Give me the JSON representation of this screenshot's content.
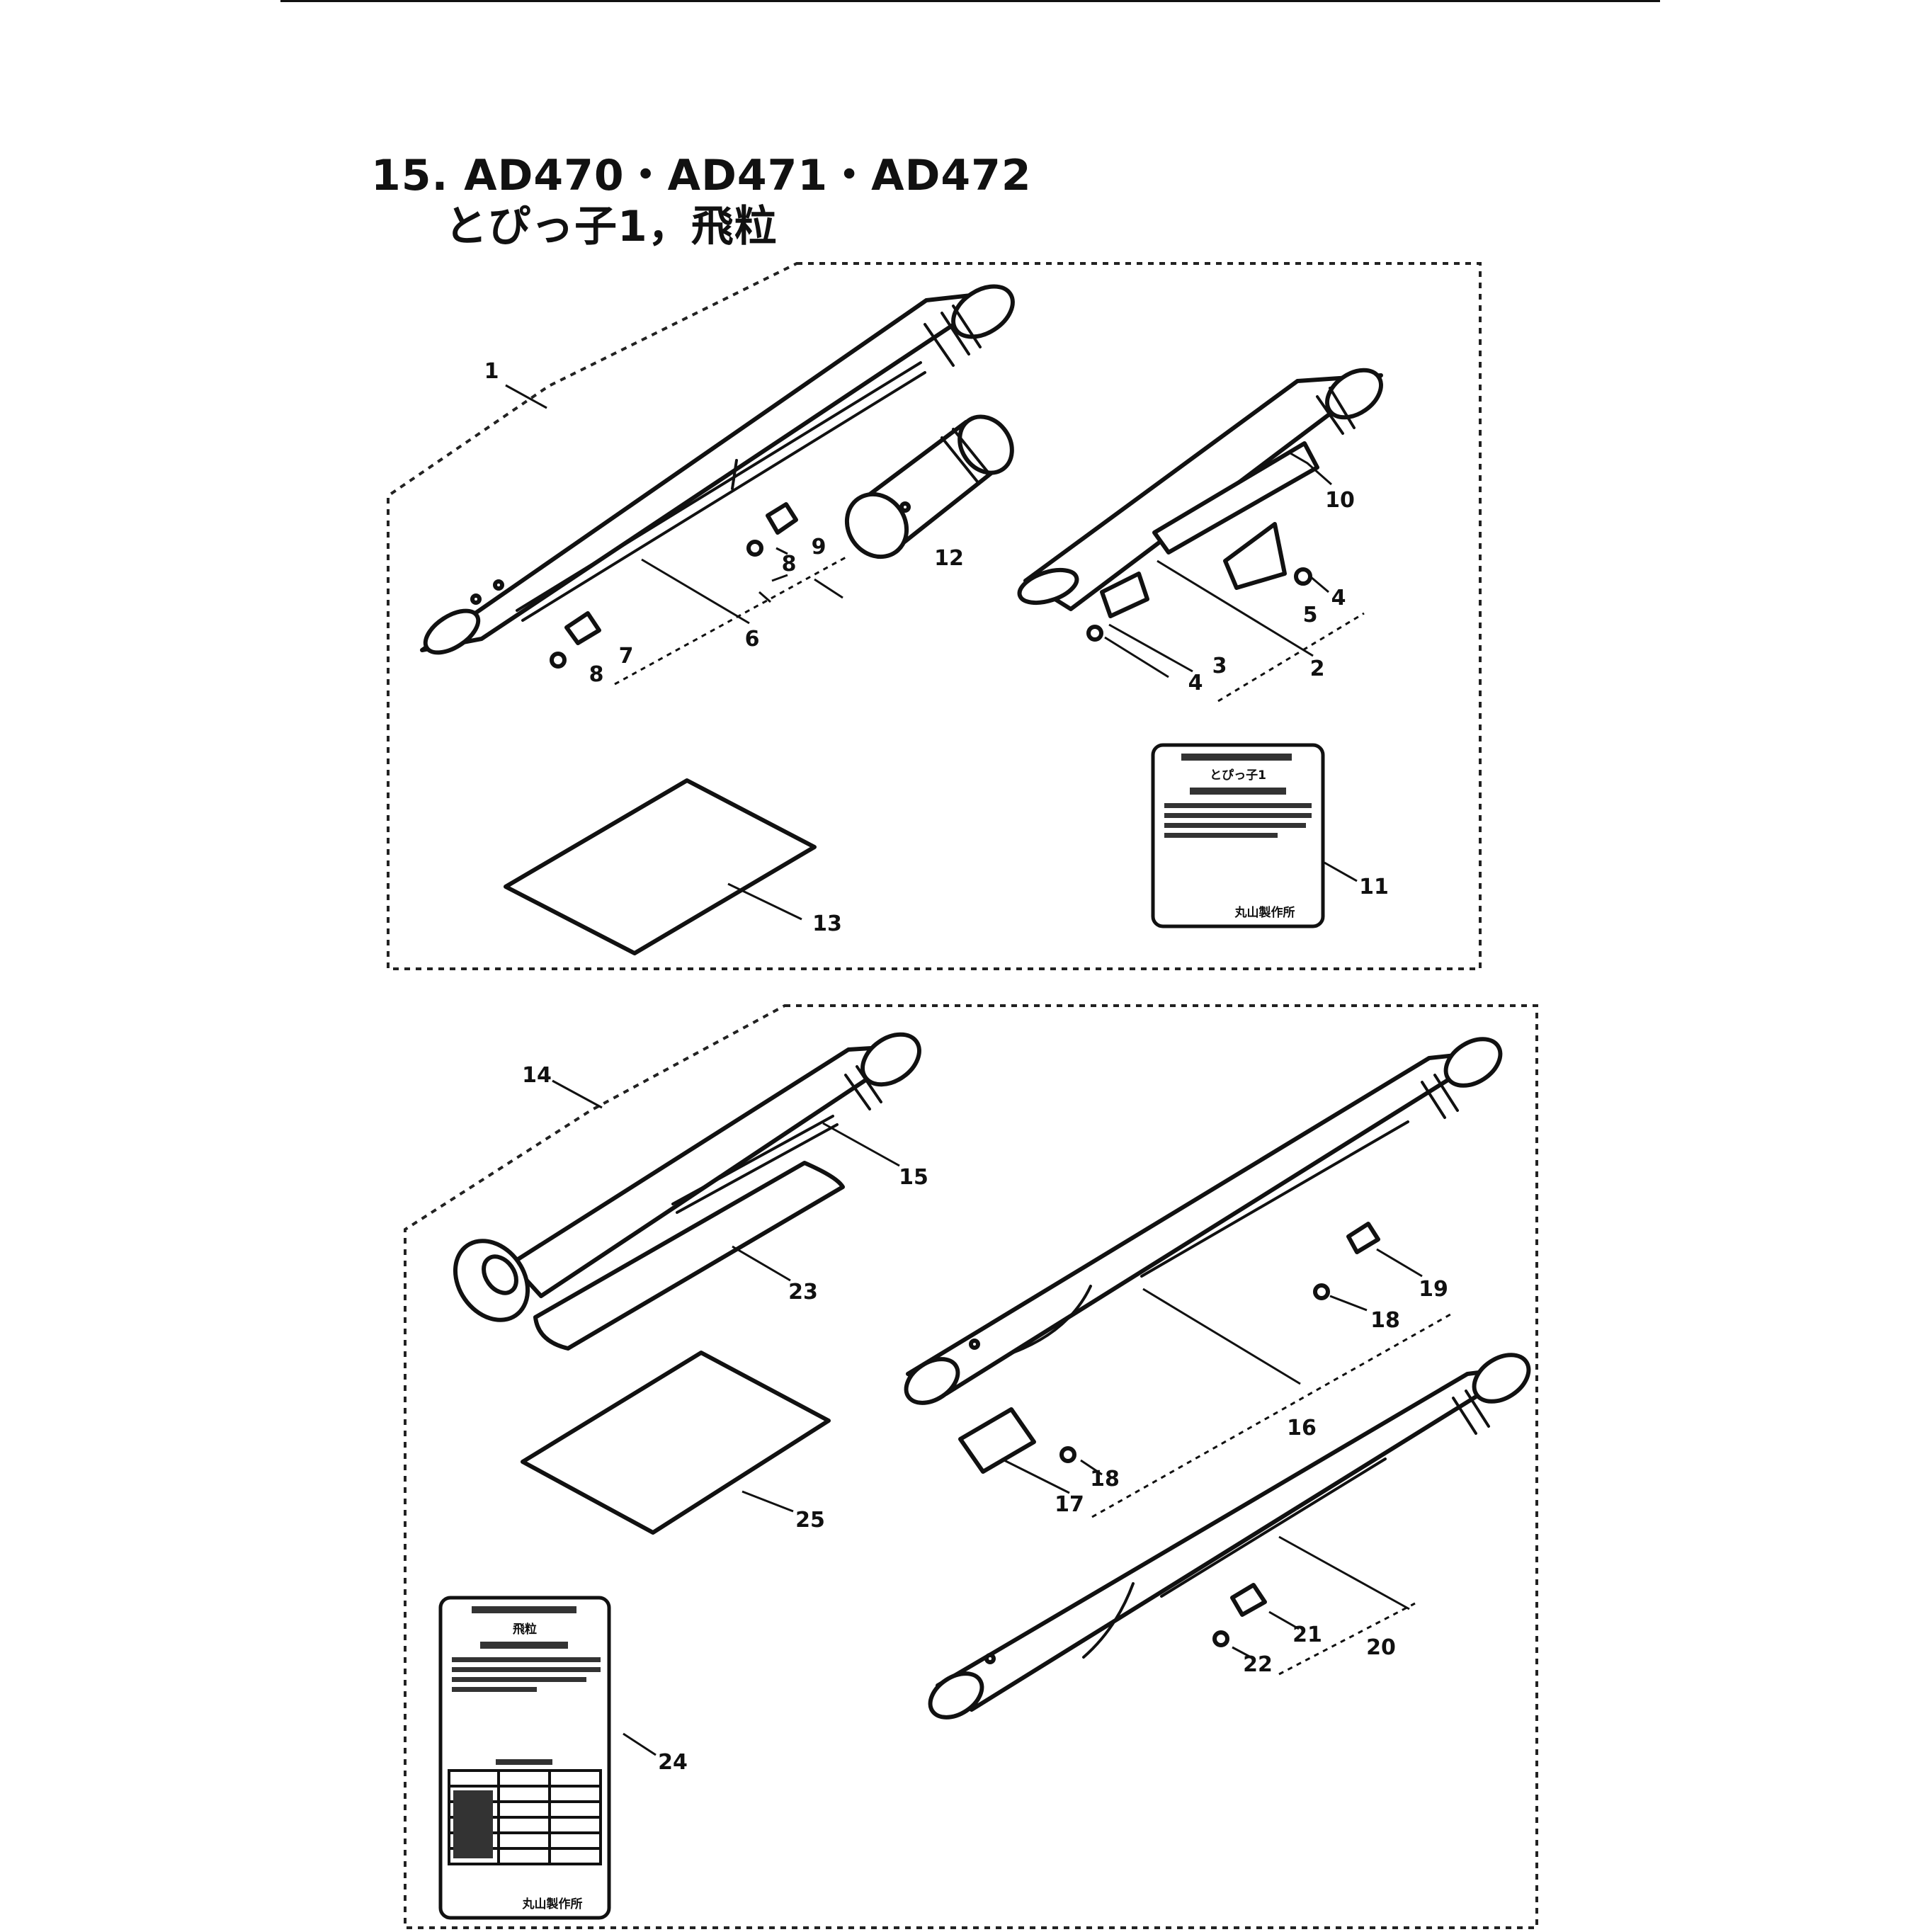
{
  "title": {
    "line1": "15. AD470・AD471・AD472",
    "line2": "とぴっ子1，飛粒"
  },
  "callouts": [
    "1",
    "2",
    "3",
    "4",
    "5",
    "6",
    "7",
    "8",
    "9",
    "10",
    "11",
    "12",
    "13",
    "14",
    "15",
    "16",
    "17",
    "18",
    "19",
    "20",
    "21",
    "22",
    "23",
    "24",
    "25"
  ],
  "callout_labels": {
    "c1": "1",
    "c2": "2",
    "c3": "3",
    "c4a": "4",
    "c4b": "4",
    "c5": "5",
    "c6": "6",
    "c7": "7",
    "c8a": "8",
    "c8b": "8",
    "c9": "9",
    "c10": "10",
    "c11": "11",
    "c12": "12",
    "c13": "13",
    "c14": "14",
    "c15": "15",
    "c16": "16",
    "c17": "17",
    "c18a": "18",
    "c18b": "18",
    "c19": "19",
    "c20": "20",
    "c21": "21",
    "c22": "22",
    "c23": "23",
    "c24": "24",
    "c25": "25"
  },
  "labels": {
    "label11": {
      "header_line3": "とぴっ子1",
      "footer": "丸山製作所"
    },
    "label24": {
      "header": "飛粒",
      "footer": "丸山製作所"
    }
  }
}
